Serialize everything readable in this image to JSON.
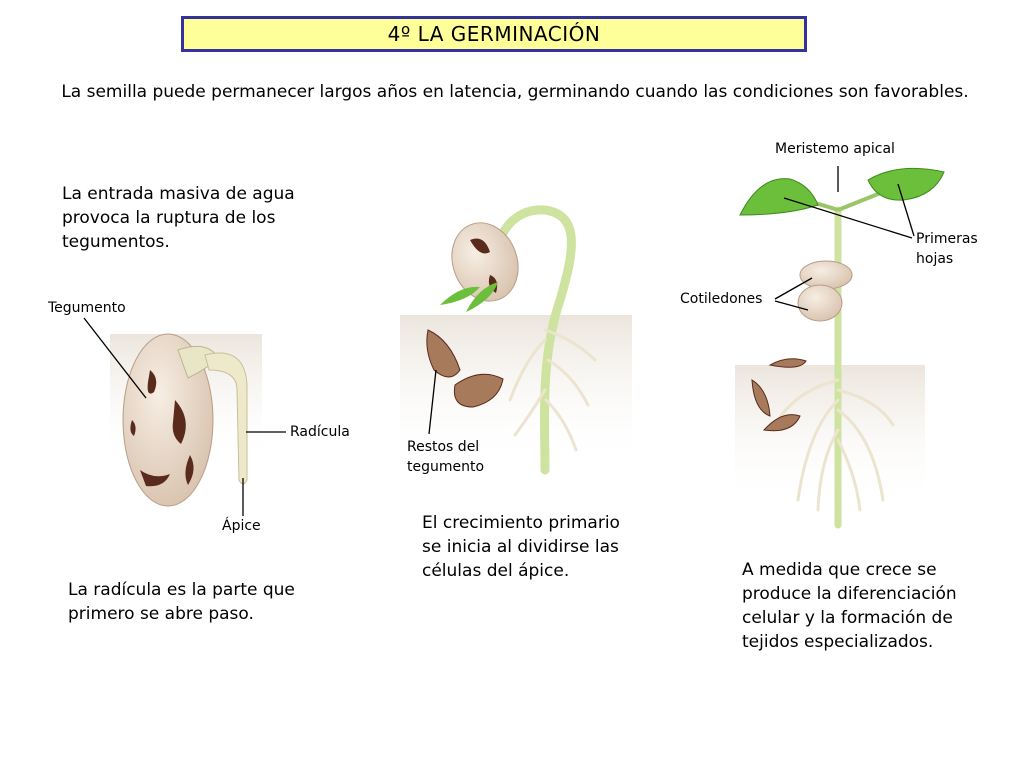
{
  "title": "4º LA GERMINACIÓN",
  "intro": "La semilla puede permanecer largos años en latencia, germinando cuando las condiciones son favorables.",
  "stage1": {
    "text_top": "La entrada masiva de agua provoca la ruptura de los tegumentos.",
    "text_bottom": "La radícula es la parte que primero se abre paso.",
    "label_tegumento": "Tegumento",
    "label_radicula": "Radícula",
    "label_apice": "Ápice"
  },
  "stage2": {
    "label_restos_line1": "Restos del",
    "label_restos_line2": "tegumento",
    "text": "El crecimiento primario se inicia al dividirse las células del ápice."
  },
  "stage3": {
    "label_meristemo": "Meristemo apical",
    "label_primeras_line1": "Primeras",
    "label_primeras_line2": "hojas",
    "label_cotiledones": "Cotiledones",
    "text": "A medida que crece se produce la diferenciación celular y  la formación de tejidos especializados."
  },
  "colors": {
    "title_bg": "#ffff99",
    "title_border": "#333399",
    "seed": "#ecdccb",
    "seed_spots": "#5a2a1c",
    "stem": "#cfe3a0",
    "leaf": "#6cbf3a",
    "soil": "#f1ece6",
    "root": "#ece4cf"
  }
}
